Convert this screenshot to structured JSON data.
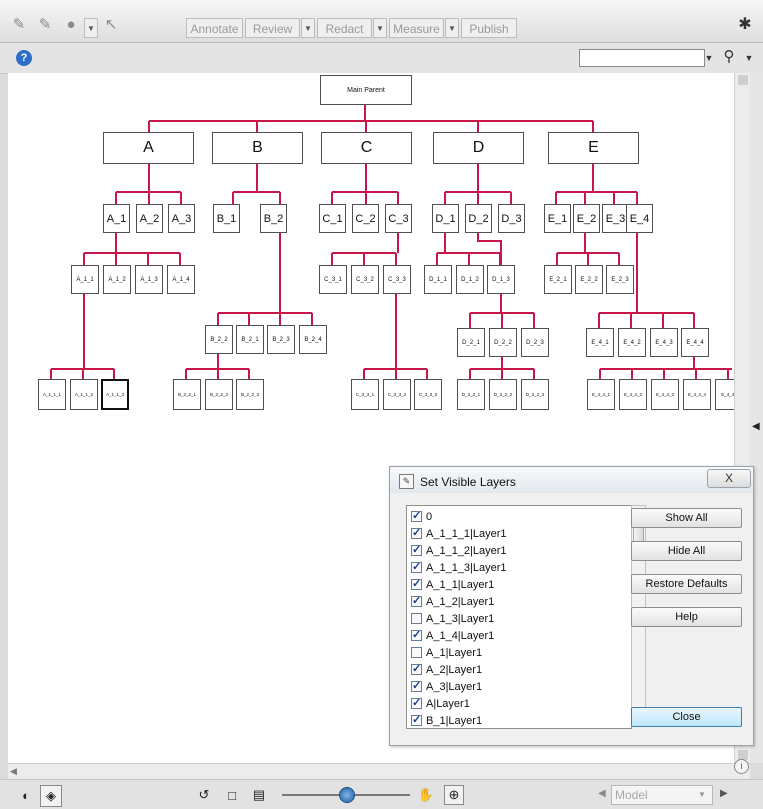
{
  "toolbar": {
    "tabs": [
      {
        "label": "Annotate"
      },
      {
        "label": "Review"
      },
      {
        "label": "Redact"
      },
      {
        "label": "Measure"
      },
      {
        "label": "Publish"
      }
    ]
  },
  "search": {
    "value": ""
  },
  "org_chart": {
    "root": "Main Parent",
    "level1": [
      "A",
      "B",
      "C",
      "D",
      "E"
    ],
    "level2": [
      "A_1",
      "A_2",
      "A_3",
      "B_1",
      "B_2",
      "C_1",
      "C_2",
      "C_3",
      "D_1",
      "D_2",
      "D_3",
      "E_1",
      "E_2",
      "E_3",
      "E_4"
    ],
    "level3": [
      "A_1_1",
      "A_1_2",
      "A_1_3",
      "A_1_4",
      "C_3_1",
      "C_3_2",
      "C_3_3",
      "D_1_1",
      "D_1_2",
      "D_1_3",
      "E_2_1",
      "E_2_2",
      "E_2_3"
    ],
    "level3b": [
      "B_2_2",
      "B_2_1",
      "B_2_3",
      "B_2_4",
      "D_2_1",
      "D_2_2",
      "D_2_3",
      "E_4_1",
      "E_4_2",
      "E_4_3",
      "E_4_4"
    ],
    "level4": [
      "A_1_1_1",
      "A_1_1_2",
      "A_1_1_3",
      "B_2_2_1",
      "B_2_2_2",
      "B_2_2_3",
      "C_3_3_1",
      "C_3_3_2",
      "C_3_3_3",
      "D_2_2_1",
      "D_2_2_2",
      "D_2_2_3",
      "E_4_4_1",
      "E_4_4_2",
      "E_4_4_3",
      "E_4_4_4",
      "E_4_4_"
    ]
  },
  "dialog": {
    "title": "Set Visible Layers",
    "close_glyph": "X",
    "layers": [
      {
        "label": "0",
        "checked": true
      },
      {
        "label": "A_1_1_1|Layer1",
        "checked": true
      },
      {
        "label": "A_1_1_2|Layer1",
        "checked": true
      },
      {
        "label": "A_1_1_3|Layer1",
        "checked": true
      },
      {
        "label": "A_1_1|Layer1",
        "checked": true
      },
      {
        "label": "A_1_2|Layer1",
        "checked": true
      },
      {
        "label": "A_1_3|Layer1",
        "checked": false
      },
      {
        "label": "A_1_4|Layer1",
        "checked": true
      },
      {
        "label": "A_1|Layer1",
        "checked": false
      },
      {
        "label": "A_2|Layer1",
        "checked": true
      },
      {
        "label": "A_3|Layer1",
        "checked": true
      },
      {
        "label": "A|Layer1",
        "checked": true
      },
      {
        "label": "B_1|Layer1",
        "checked": true
      }
    ],
    "buttons": {
      "show_all": "Show All",
      "hide_all": "Hide All",
      "restore_defaults": "Restore Defaults",
      "help": "Help",
      "close": "Close"
    }
  },
  "statusbar": {
    "view_select": "Model",
    "zoom_level": 0.5
  },
  "colors": {
    "connector": "#c8154a",
    "node_border": "#505050"
  }
}
